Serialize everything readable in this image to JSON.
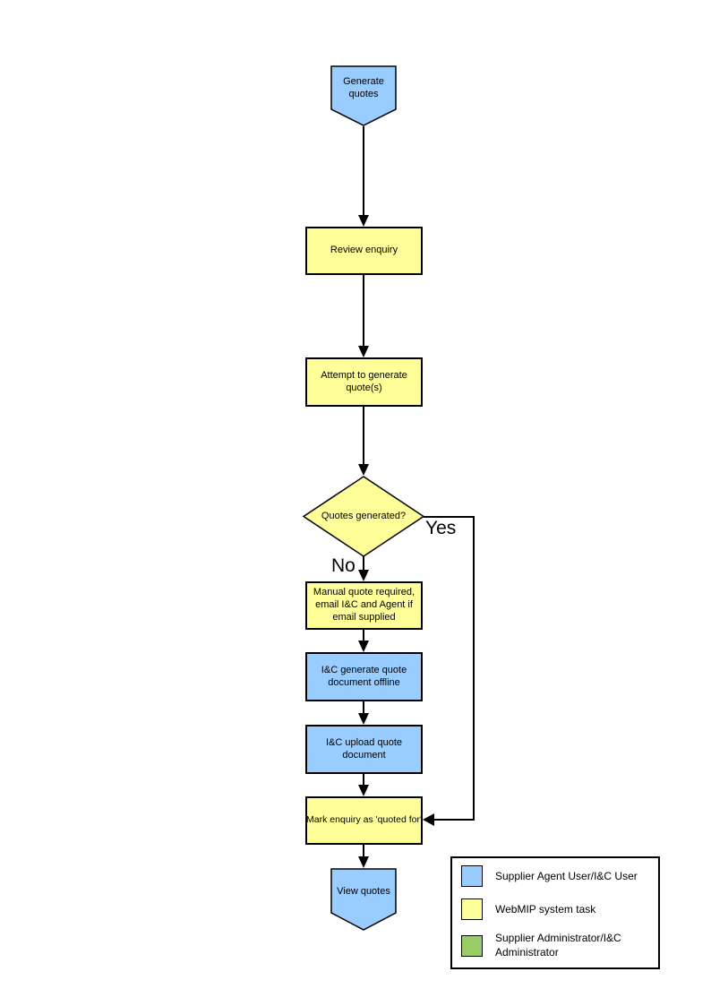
{
  "diagram": {
    "type": "flowchart",
    "nodes": {
      "start": {
        "label": "Generate quotes",
        "shape": "terminator-pentagon",
        "fill": "#99CCFF"
      },
      "review": {
        "label": "Review enquiry",
        "shape": "process",
        "fill": "#FFFF99"
      },
      "attempt": {
        "label": "Attempt to generate quote(s)",
        "shape": "process",
        "fill": "#FFFF99"
      },
      "decision": {
        "label": "Quotes generated?",
        "shape": "decision",
        "fill": "#FFFF99"
      },
      "manual": {
        "label": "Manual quote required, email I&C and Agent if email supplied",
        "shape": "process",
        "fill": "#FFFF99"
      },
      "icgen": {
        "label": "I&C generate quote document offline",
        "shape": "process",
        "fill": "#99CCFF"
      },
      "icupload": {
        "label": "I&C upload quote document",
        "shape": "process",
        "fill": "#99CCFF"
      },
      "mark": {
        "label": "Mark enquiry as 'quoted for'",
        "shape": "process",
        "fill": "#FFFF99"
      },
      "end": {
        "label": "View quotes",
        "shape": "terminator-pentagon",
        "fill": "#99CCFF"
      }
    },
    "edges": [
      {
        "from": "start",
        "to": "review",
        "label": ""
      },
      {
        "from": "review",
        "to": "attempt",
        "label": ""
      },
      {
        "from": "attempt",
        "to": "decision",
        "label": ""
      },
      {
        "from": "decision",
        "to": "manual",
        "label": "No"
      },
      {
        "from": "decision",
        "to": "mark",
        "label": "Yes"
      },
      {
        "from": "manual",
        "to": "icgen",
        "label": ""
      },
      {
        "from": "icgen",
        "to": "icupload",
        "label": ""
      },
      {
        "from": "icupload",
        "to": "mark",
        "label": ""
      },
      {
        "from": "mark",
        "to": "end",
        "label": ""
      }
    ],
    "edge_labels": {
      "yes": "Yes",
      "no": "No"
    }
  },
  "legend": {
    "items": [
      {
        "label": "Supplier Agent User/I&C User",
        "color": "#99CCFF"
      },
      {
        "label": "WebMIP system task",
        "color": "#FFFF99"
      },
      {
        "label": "Supplier Administrator/I&C Administrator",
        "color": "#99CC66"
      }
    ]
  },
  "colors": {
    "node_blue": "#99CCFF",
    "node_yellow": "#FFFF99",
    "legend_green": "#99CC66",
    "line": "#000000",
    "background": "#FFFFFF"
  }
}
